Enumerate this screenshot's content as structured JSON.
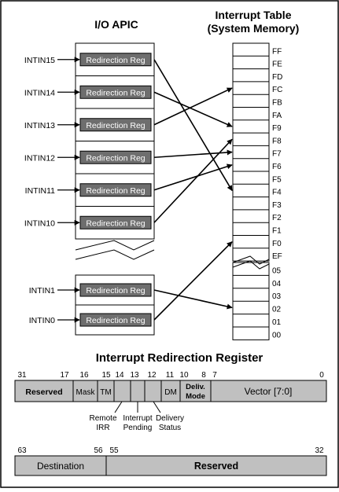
{
  "apic": {
    "title": "I/O APIC",
    "reg_label": "Redirection Reg",
    "inputs_upper": [
      "INTIN15",
      "INTIN14",
      "INTIN13",
      "INTIN12",
      "INTIN11",
      "INTIN10"
    ],
    "inputs_lower": [
      "INTIN1",
      "INTIN0"
    ]
  },
  "table": {
    "title_line1": "Interrupt Table",
    "title_line2": "(System Memory)",
    "entries_upper": [
      "FF",
      "FE",
      "FD",
      "FC",
      "FB",
      "FA",
      "F9",
      "F8",
      "F7",
      "F6",
      "F5",
      "F4",
      "F3",
      "F2",
      "F1",
      "F0",
      "EF"
    ],
    "entries_lower": [
      "05",
      "04",
      "03",
      "02",
      "01",
      "00"
    ]
  },
  "register": {
    "title": "Interrupt Redirection Register",
    "low_bits": [
      "31",
      "17",
      "16",
      "15",
      "14",
      "13",
      "12",
      "11",
      "10",
      "8",
      "7",
      "0"
    ],
    "reserved_label": "Reserved",
    "mask_label": "Mask",
    "tm_label": "TM",
    "dm_label": "DM",
    "deliv_mode_line1": "Deliv.",
    "deliv_mode_line2": "Mode",
    "vector_label": "Vector [7:0]",
    "remote_irr_line1": "Remote",
    "remote_irr_line2": "IRR",
    "interrupt_pending_line1": "Interrupt",
    "interrupt_pending_line2": "Pending",
    "delivery_status_line1": "Delivery",
    "delivery_status_line2": "Status",
    "high_bits": [
      "63",
      "56",
      "55",
      "32"
    ],
    "destination_label": "Destination",
    "reserved_high_label": "Reserved"
  },
  "colors": {
    "field_fill": "#c0c0c0",
    "reg_fill": "#6e6e6e",
    "reg_text": "#ffffff",
    "line": "#000000"
  }
}
